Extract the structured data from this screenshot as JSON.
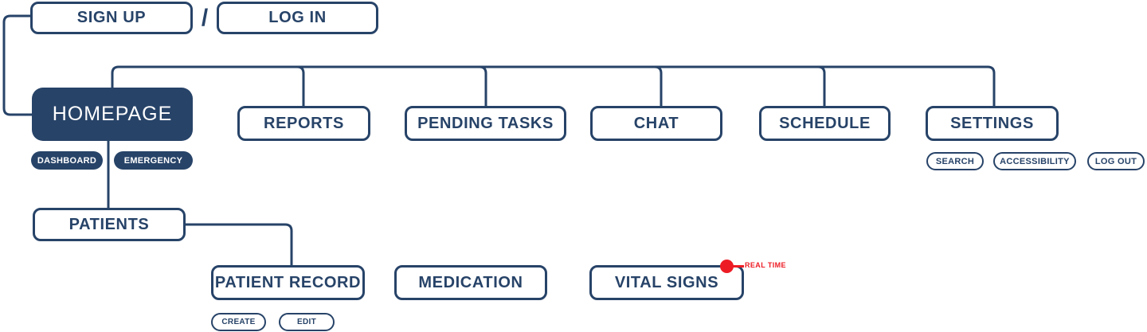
{
  "palette": {
    "navy": "#274368",
    "red": "#ed1c24",
    "white": "#ffffff"
  },
  "auth": {
    "sign_up_label": "SIGN UP",
    "separator": "/",
    "log_in_label": "LOG IN"
  },
  "homepage": {
    "label": "HOMEPAGE",
    "badges": [
      {
        "label": "DASHBOARD"
      },
      {
        "label": "EMERGENCY"
      }
    ]
  },
  "nav": {
    "items": [
      {
        "label": "REPORTS"
      },
      {
        "label": "PENDING TASKS"
      },
      {
        "label": "CHAT"
      },
      {
        "label": "SCHEDULE"
      },
      {
        "label": "SETTINGS"
      }
    ]
  },
  "settings": {
    "badges": [
      {
        "label": "SEARCH"
      },
      {
        "label": "ACCESSIBILITY"
      },
      {
        "label": "LOG OUT"
      }
    ]
  },
  "patients": {
    "label": "PATIENTS",
    "children": [
      {
        "label": "PATIENT RECORD"
      },
      {
        "label": "MEDICATION"
      },
      {
        "label": "VITAL SIGNS"
      }
    ],
    "record_badges": [
      {
        "label": "CREATE"
      },
      {
        "label": "EDIT"
      }
    ]
  },
  "annotation": {
    "label": "REAL TIME",
    "dot_color": "#ed1c24"
  }
}
